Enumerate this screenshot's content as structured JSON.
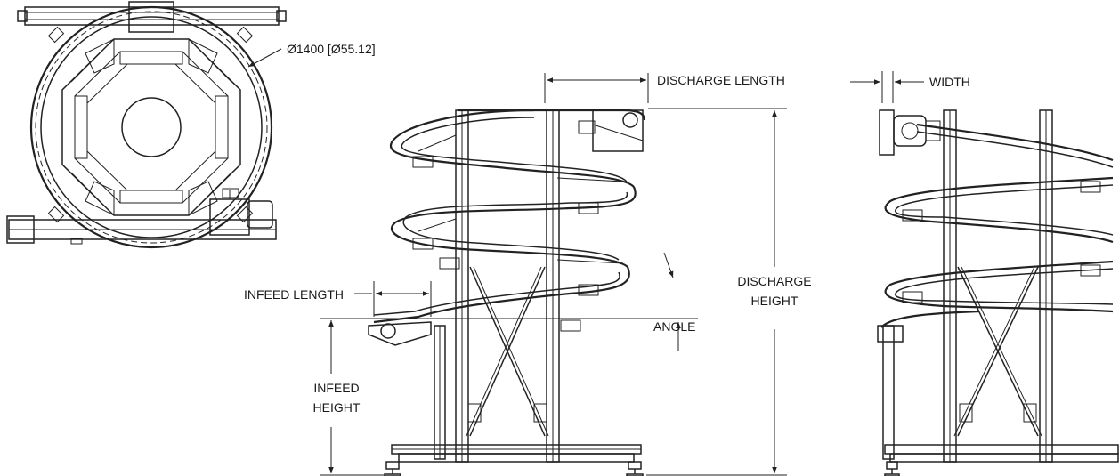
{
  "diagram": {
    "colors": {
      "line": "#222222",
      "background": "#ffffff"
    },
    "top_view": {
      "diameter_label": "Ø1400 [Ø55.12]"
    },
    "front_view": {
      "discharge_length_label": "DISCHARGE LENGTH",
      "discharge_height_label_1": "DISCHARGE",
      "discharge_height_label_2": "HEIGHT",
      "infeed_length_label": "INFEED LENGTH",
      "angle_label": "ANGLE",
      "infeed_height_label_1": "INFEED",
      "infeed_height_label_2": "HEIGHT"
    },
    "side_view": {
      "width_label": "WIDTH"
    }
  }
}
